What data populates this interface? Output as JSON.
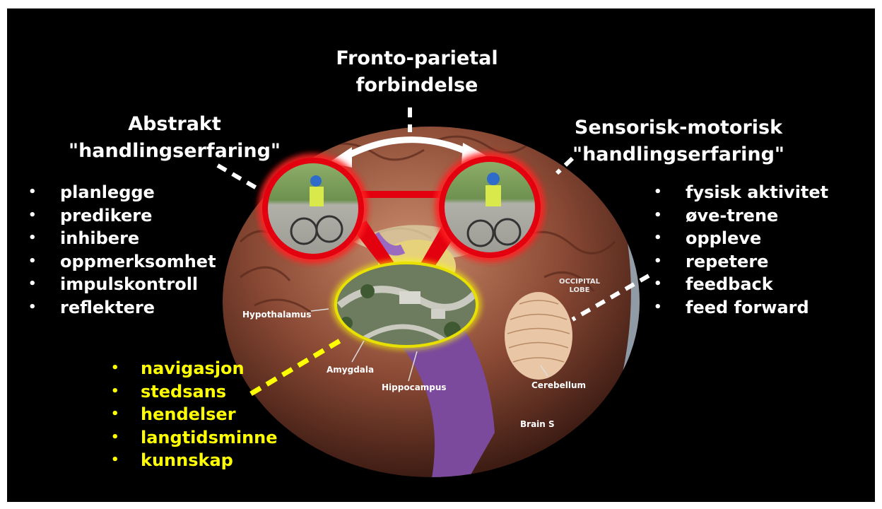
{
  "colors": {
    "background": "#000000",
    "highlight_red": "#e3000f",
    "highlight_yellow": "#ffff00",
    "arrow": "#ffffff"
  },
  "titles": {
    "top": [
      "Fronto-parietal",
      "forbindelse"
    ],
    "left": [
      "Abstrakt",
      "\"handlingserfaring\""
    ],
    "right": [
      "Sensorisk-motorisk",
      "\"handlingserfaring\""
    ]
  },
  "left_list": [
    "planlegge",
    "predikere",
    "inhibere",
    "oppmerksomhet",
    "impulskontroll",
    "reflektere"
  ],
  "right_list": [
    "fysisk aktivitet",
    "øve-trene",
    "oppleve",
    "repetere",
    "feedback",
    "feed forward"
  ],
  "yellow_list": [
    "navigasjon",
    "stedsans",
    "hendelser",
    "langtidsminne",
    "kunnskap"
  ],
  "brain_labels": {
    "hypothalamus": "Hypothalamus",
    "amygdala": "Amygdala",
    "hippocampus": "Hippocampus",
    "occipital": [
      "OCCIPITAL",
      "LOBE"
    ],
    "cerebellum": "Cerebellum",
    "brain_stem": "Brain S"
  }
}
